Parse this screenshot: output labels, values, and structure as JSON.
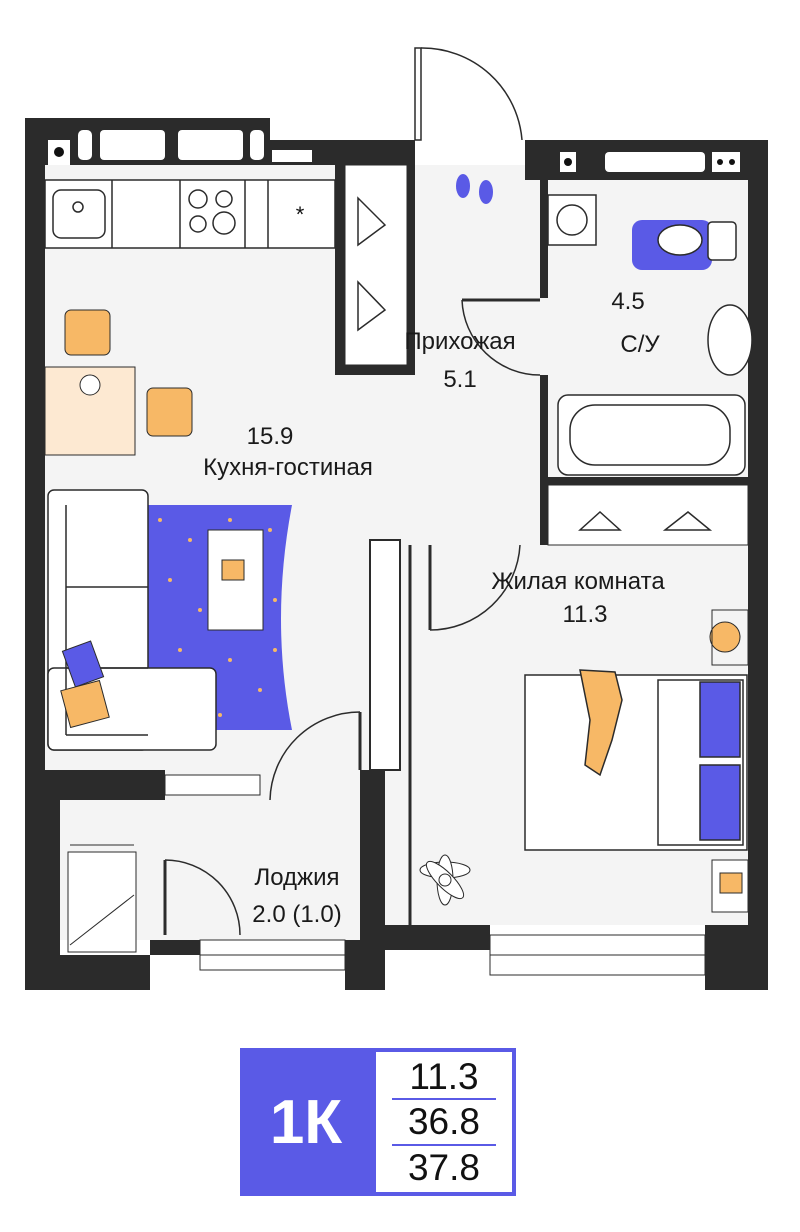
{
  "rooms": {
    "hallway": {
      "name": "Прихожая",
      "area": "5.1"
    },
    "bathroom": {
      "name": "С/У",
      "area": "4.5"
    },
    "kitchen_living": {
      "name": "Кухня-гостиная",
      "area": "15.9"
    },
    "bedroom": {
      "name": "Жилая комната",
      "area": "11.3"
    },
    "loggia": {
      "name": "Лоджия",
      "area": "2.0 (1.0)"
    }
  },
  "badge": {
    "type": "1К",
    "living_area": "11.3",
    "total_area": "36.8",
    "total_with_loggia": "37.8"
  },
  "colors": {
    "wall": "#2b2b2b",
    "floor": "#f4f4f4",
    "accent": "#5a5ae6",
    "furniture": "#f7b866",
    "table": "#fde9d2"
  }
}
